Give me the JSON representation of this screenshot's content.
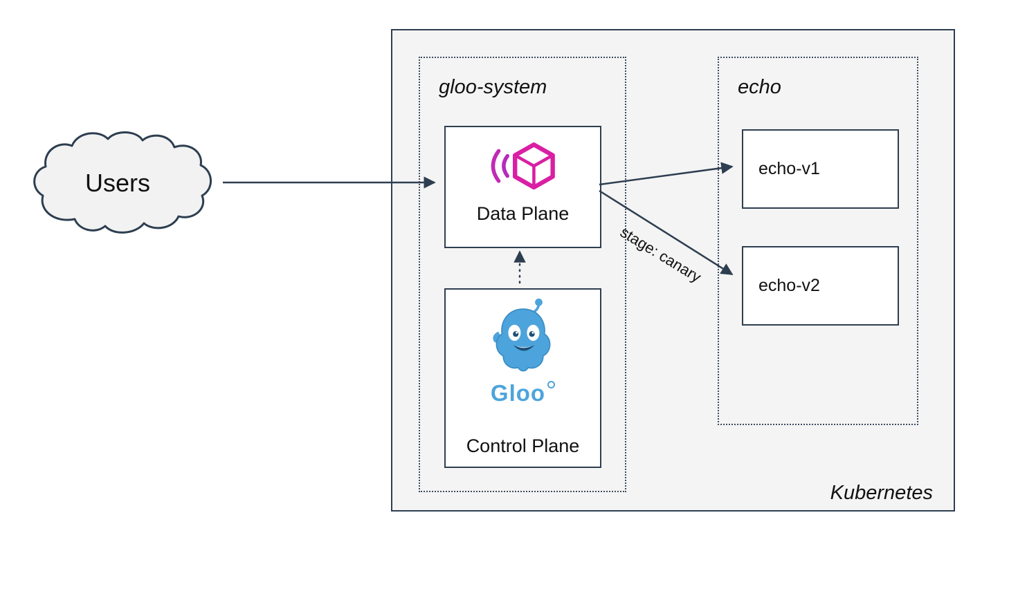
{
  "nodes": {
    "users": {
      "label": "Users"
    },
    "kubernetes": {
      "label": "Kubernetes"
    },
    "gloo_system": {
      "label": "gloo-system"
    },
    "data_plane": {
      "label": "Data Plane",
      "icon": "gloo-gateway-hexagon-icon"
    },
    "control_plane": {
      "label": "Control Plane",
      "wordmark": "Gloo",
      "icon": "gloo-mascot-icon"
    },
    "echo": {
      "label": "echo"
    },
    "echo_v1": {
      "label": "echo-v1"
    },
    "echo_v2": {
      "label": "echo-v2"
    }
  },
  "edges": {
    "users_to_data_plane": {
      "style": "solid"
    },
    "data_plane_to_echo_v1": {
      "style": "solid"
    },
    "data_plane_to_echo_v2": {
      "style": "solid",
      "label": "stage: canary"
    },
    "control_plane_to_data_plane": {
      "style": "dotted"
    }
  },
  "colors": {
    "outline": "#2d3e50",
    "kubernetes_fill": "#f4f4f4",
    "node_fill": "#ffffff",
    "gloo_pink": "#d91fa3",
    "gloo_purple": "#b52bbf",
    "gloo_blue": "#4da4dc"
  }
}
